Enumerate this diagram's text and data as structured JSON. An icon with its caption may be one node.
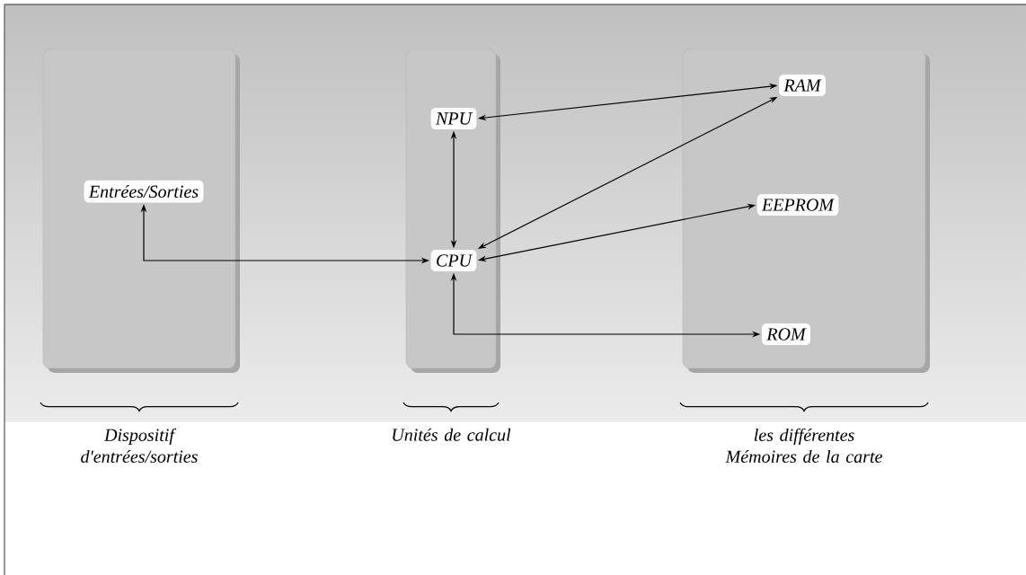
{
  "diagram": {
    "nodes": [
      {
        "text": [],
        "shape": "box",
        "beside": [
          "Dispositif d'entrées/sorties"
        ]
      },
      {
        "text": [],
        "shape": "box",
        "beside": [
          "Unités de calcul"
        ]
      },
      {
        "text": [],
        "shape": "box",
        "beside": [
          "les différentes Mémoires de la carte"
        ]
      },
      {
        "text": [
          "Entrées/Sorties"
        ],
        "in": 0
      },
      {
        "text": [
          "NPU"
        ],
        "in": 1
      },
      {
        "text": [
          "CPU"
        ],
        "in": 1
      },
      {
        "text": [
          "RAM"
        ],
        "in": 2
      },
      {
        "text": [
          "EEPROM"
        ],
        "in": 2
      },
      {
        "text": [
          "ROM"
        ],
        "in": 2
      }
    ],
    "edges": [
      {
        "from": 3,
        "to": 5,
        "arrow": "both"
      },
      {
        "from": 4,
        "to": 6,
        "arrow": "both"
      },
      {
        "from": 4,
        "to": 5,
        "arrow": "both"
      },
      {
        "from": 5,
        "to": 6,
        "arrow": "both"
      },
      {
        "from": 5,
        "to": 7,
        "arrow": "both"
      },
      {
        "from": 5,
        "to": 8,
        "arrow": "both"
      }
    ]
  }
}
